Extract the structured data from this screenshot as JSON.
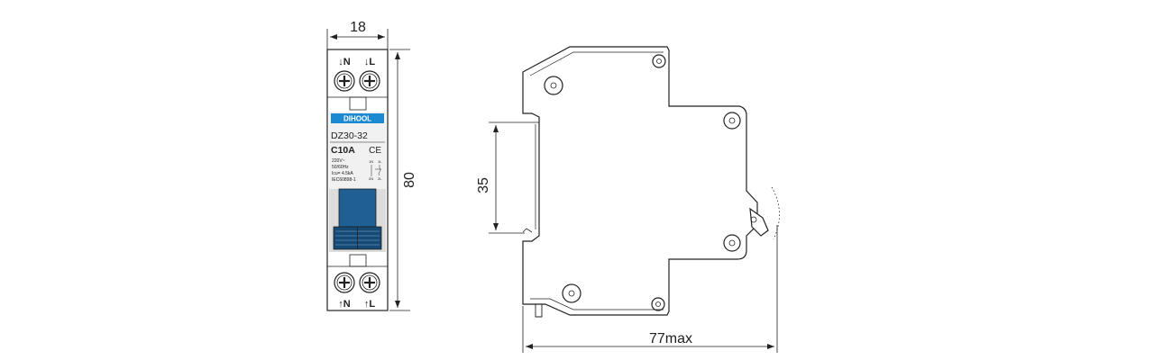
{
  "front_view": {
    "width_dim": "18",
    "height_dim": "80",
    "terminal_labels": {
      "top_left": "↓N",
      "top_right": "↓L",
      "bottom_left": "↑N",
      "bottom_right": "↑L"
    },
    "brand": "DIHOOL",
    "model": "DZ30-32",
    "rating": "C10A",
    "ce_mark": "CE",
    "spec_lines": [
      "220V~",
      "50/60Hz",
      "Icu= 4.5kA",
      "IEC60898-1"
    ],
    "schematic_labels": [
      "1N",
      "1L",
      "2N",
      "2L"
    ]
  },
  "side_view": {
    "rail_dim": "35",
    "depth_dim": "77max"
  },
  "colors": {
    "line": "#222222",
    "brand_blue": "#1c8ad2",
    "handle_blue": "#1f5f94",
    "handle_dark": "#164a75",
    "label_bg": "#f1f1f1"
  }
}
